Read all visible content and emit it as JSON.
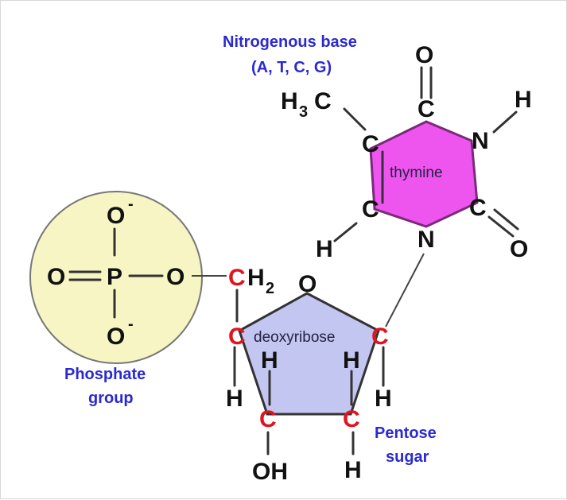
{
  "labels": {
    "nitrogenous_base_line1": "Nitrogenous base",
    "nitrogenous_base_line2": "(A, T, C, G)",
    "phosphate_line1": "Phosphate",
    "phosphate_line2": "group",
    "pentose_line1": "Pentose",
    "pentose_line2": "sugar",
    "thymine": "thymine",
    "deoxyribose": "deoxyribose"
  },
  "atoms": {
    "oxygen": "O",
    "phosphorus": "P",
    "carbon": "C",
    "nitrogen": "N",
    "hydrogen": "H",
    "hydroxyl": "OH",
    "h3": "H",
    "h3_sub": "3",
    "ch2_h": "H",
    "ch2_sub": "2",
    "negative": "-"
  },
  "colors": {
    "phosphate_fill": "#f7f5c4",
    "thymine_fill": "#ee55ee",
    "sugar_fill": "#c4c6f2",
    "label_blue": "#2a2ad0",
    "sugar_carbon": "#e0141e"
  }
}
